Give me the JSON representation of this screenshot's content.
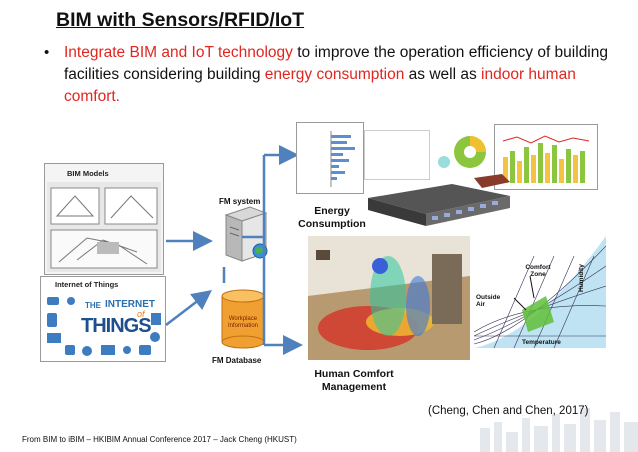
{
  "slide": {
    "title": "BIM with Sensors/RFID/IoT",
    "bullet_mark": "•",
    "bullet": {
      "part1": "Integrate BIM and IoT technology",
      "part2": " to improve the operation efficiency of building facilities considering building ",
      "part3": "energy consumption",
      "part4": " as well as ",
      "part5": "indoor human comfort."
    }
  },
  "diagram": {
    "bim_models_label": "BIM Models",
    "iot_label": "Internet of Things",
    "iot_logo_the": "THE",
    "iot_logo_internet": "INTERNET",
    "iot_logo_of": "of",
    "iot_logo_things": "THINGS",
    "fm_system_label": "FM system",
    "fm_database_label": "FM Database",
    "workplace_info": "Workplace Information",
    "energy_label": "Energy Consumption",
    "comfort_label": "Human Comfort Management",
    "chart_comfort_zone": "Comfort Zone",
    "chart_outside_air": "Outside Air",
    "chart_humidity": "Humidity",
    "chart_temperature": "Temperature"
  },
  "citation": "(Cheng, Chen and Chen, 2017)",
  "footer": "From BIM to iBIM – HKIBIM Annual Conference 2017 – Jack Cheng (HKUST)",
  "colors": {
    "accent_red": "#e0261f",
    "arrow_blue": "#4f81bd",
    "db_orange": "#f0a030"
  }
}
